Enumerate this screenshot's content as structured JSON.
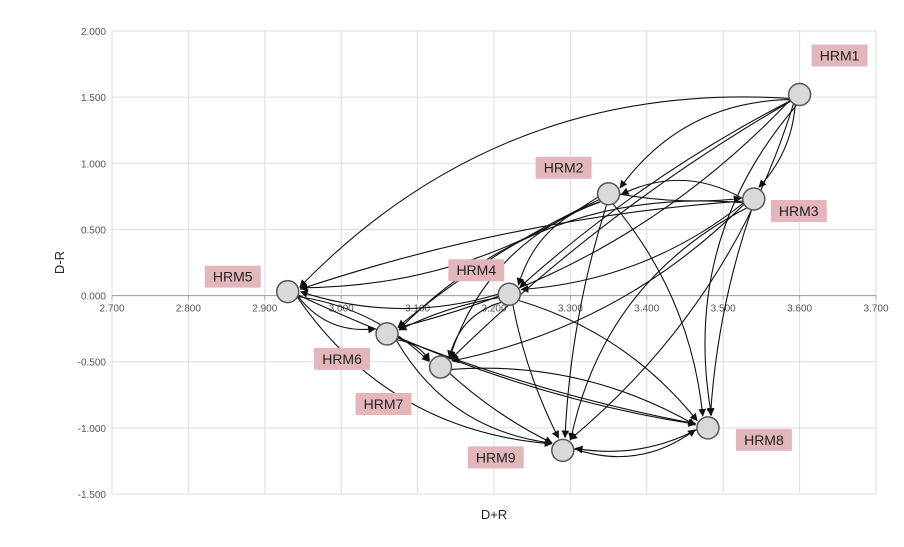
{
  "chart_data": {
    "type": "scatter",
    "title": "",
    "xlabel": "D+R",
    "ylabel": "D-R",
    "xlim": [
      2.7,
      3.7
    ],
    "ylim": [
      -1.5,
      2.0
    ],
    "x_ticks": [
      2.7,
      2.8,
      2.9,
      3.0,
      3.1,
      3.2,
      3.3,
      3.4,
      3.5,
      3.6,
      3.7
    ],
    "x_tick_labels": [
      "2.700",
      "2.800",
      "2.900",
      "3.000",
      "3.100",
      "3.200",
      "3.300",
      "3.400",
      "3.500",
      "3.600",
      "3.700"
    ],
    "y_ticks": [
      2.0,
      1.5,
      1.0,
      0.5,
      0.0,
      -0.5,
      -1.0,
      -1.5
    ],
    "y_tick_labels": [
      "2.000",
      "1.500",
      "1.000",
      "0.500",
      "0.000",
      "-0.500",
      "-1.000",
      "-1.500"
    ],
    "grid": true,
    "points": [
      {
        "label": "HRM1",
        "x": 3.6,
        "y": 1.52
      },
      {
        "label": "HRM2",
        "x": 3.35,
        "y": 0.77
      },
      {
        "label": "HRM3",
        "x": 3.54,
        "y": 0.73
      },
      {
        "label": "HRM4",
        "x": 3.22,
        "y": 0.01
      },
      {
        "label": "HRM5",
        "x": 2.93,
        "y": 0.03
      },
      {
        "label": "HRM6",
        "x": 3.06,
        "y": -0.29
      },
      {
        "label": "HRM7",
        "x": 3.13,
        "y": -0.54
      },
      {
        "label": "HRM8",
        "x": 3.48,
        "y": -1.0
      },
      {
        "label": "HRM9",
        "x": 3.29,
        "y": -1.17
      }
    ],
    "edges": [
      [
        "HRM1",
        "HRM2"
      ],
      [
        "HRM1",
        "HRM3"
      ],
      [
        "HRM1",
        "HRM4"
      ],
      [
        "HRM1",
        "HRM5"
      ],
      [
        "HRM1",
        "HRM6"
      ],
      [
        "HRM1",
        "HRM7"
      ],
      [
        "HRM1",
        "HRM8"
      ],
      [
        "HRM1",
        "HRM9"
      ],
      [
        "HRM2",
        "HRM3"
      ],
      [
        "HRM2",
        "HRM4"
      ],
      [
        "HRM2",
        "HRM5"
      ],
      [
        "HRM2",
        "HRM6"
      ],
      [
        "HRM2",
        "HRM7"
      ],
      [
        "HRM2",
        "HRM8"
      ],
      [
        "HRM2",
        "HRM9"
      ],
      [
        "HRM3",
        "HRM2"
      ],
      [
        "HRM3",
        "HRM4"
      ],
      [
        "HRM3",
        "HRM5"
      ],
      [
        "HRM3",
        "HRM6"
      ],
      [
        "HRM3",
        "HRM7"
      ],
      [
        "HRM3",
        "HRM8"
      ],
      [
        "HRM3",
        "HRM9"
      ],
      [
        "HRM4",
        "HRM5"
      ],
      [
        "HRM4",
        "HRM6"
      ],
      [
        "HRM4",
        "HRM7"
      ],
      [
        "HRM4",
        "HRM8"
      ],
      [
        "HRM4",
        "HRM9"
      ],
      [
        "HRM5",
        "HRM6"
      ],
      [
        "HRM5",
        "HRM7"
      ],
      [
        "HRM5",
        "HRM8"
      ],
      [
        "HRM5",
        "HRM9"
      ],
      [
        "HRM6",
        "HRM7"
      ],
      [
        "HRM6",
        "HRM8"
      ],
      [
        "HRM6",
        "HRM9"
      ],
      [
        "HRM7",
        "HRM8"
      ],
      [
        "HRM7",
        "HRM9"
      ],
      [
        "HRM9",
        "HRM8"
      ],
      [
        "HRM8",
        "HRM9"
      ]
    ],
    "colors": {
      "node_fill": "#d9d9d9",
      "node_stroke": "#555555",
      "label_bg": "#e2b6bb",
      "edge": "#111111",
      "grid": "#dcdcdc",
      "axis": "#a6a6a6"
    }
  }
}
